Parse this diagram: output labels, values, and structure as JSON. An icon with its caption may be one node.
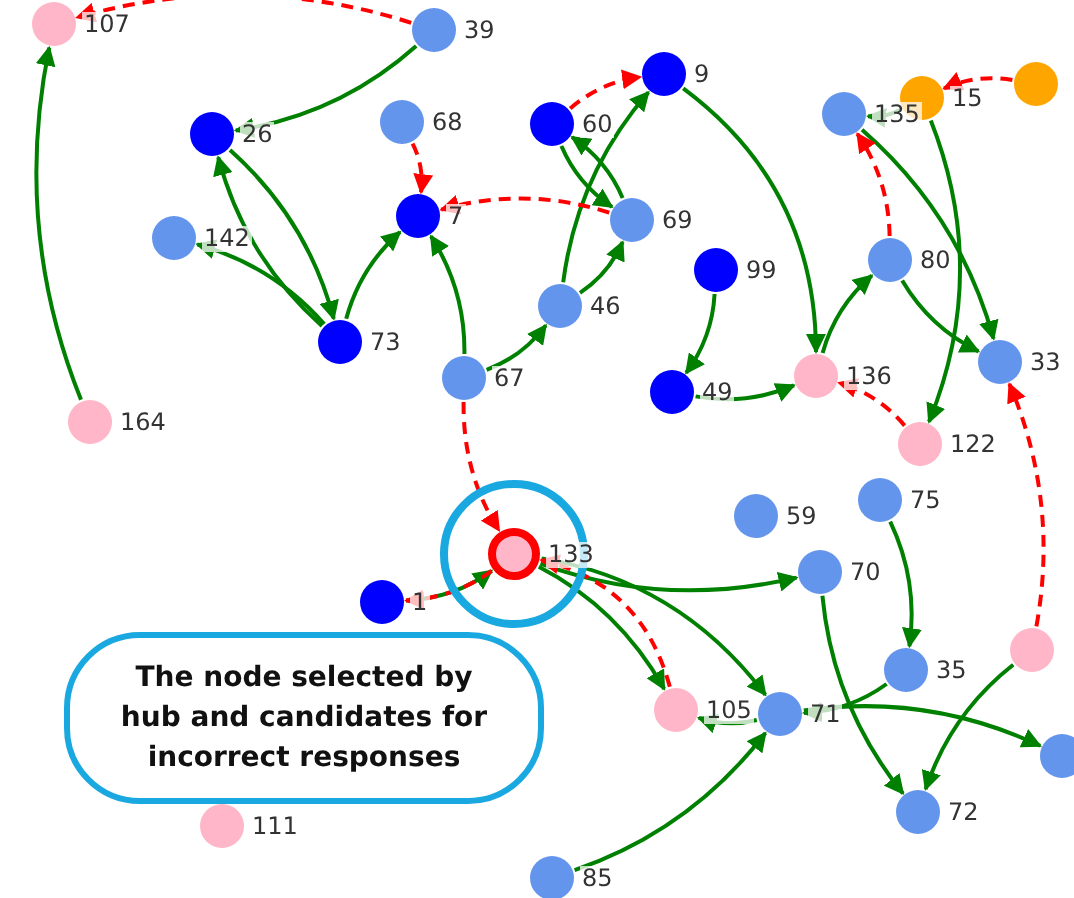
{
  "diagram": {
    "nodes": [
      {
        "text": [],
        "shape": "circle",
        "beside": [
          "107"
        ]
      },
      {
        "text": [],
        "shape": "circle",
        "beside": [
          "39"
        ]
      },
      {
        "text": [],
        "shape": "circle",
        "beside": [
          "9"
        ]
      },
      {
        "text": [],
        "shape": "circle",
        "beside": [
          "15"
        ]
      },
      {
        "text": [],
        "shape": "circle"
      },
      {
        "text": [],
        "shape": "circle",
        "beside": [
          "135"
        ]
      },
      {
        "text": [],
        "shape": "circle",
        "beside": [
          "26"
        ]
      },
      {
        "text": [],
        "shape": "circle",
        "beside": [
          "68"
        ]
      },
      {
        "text": [],
        "shape": "circle",
        "beside": [
          "60"
        ]
      },
      {
        "text": [],
        "shape": "circle",
        "beside": [
          "142"
        ]
      },
      {
        "text": [],
        "shape": "circle",
        "beside": [
          "7"
        ]
      },
      {
        "text": [],
        "shape": "circle",
        "beside": [
          "69"
        ]
      },
      {
        "text": [],
        "shape": "circle",
        "beside": [
          "99"
        ]
      },
      {
        "text": [],
        "shape": "circle",
        "beside": [
          "80"
        ]
      },
      {
        "text": [],
        "shape": "circle",
        "beside": [
          "46"
        ]
      },
      {
        "text": [],
        "shape": "circle",
        "beside": [
          "73"
        ]
      },
      {
        "text": [],
        "shape": "circle",
        "beside": [
          "67"
        ]
      },
      {
        "text": [],
        "shape": "circle",
        "beside": [
          "49"
        ]
      },
      {
        "text": [],
        "shape": "circle",
        "beside": [
          "136"
        ]
      },
      {
        "text": [],
        "shape": "circle",
        "beside": [
          "33"
        ]
      },
      {
        "text": [],
        "shape": "circle",
        "beside": [
          "164"
        ]
      },
      {
        "text": [],
        "shape": "circle",
        "beside": [
          "122"
        ]
      },
      {
        "text": [],
        "shape": "circle",
        "beside": [
          "75"
        ]
      },
      {
        "text": [],
        "shape": "circle",
        "beside": [
          "59"
        ]
      },
      {
        "text": [],
        "shape": "circle",
        "beside": [
          "133"
        ]
      },
      {
        "text": [],
        "shape": "circle",
        "beside": [
          "70"
        ]
      },
      {
        "text": [],
        "shape": "circle",
        "beside": [
          "1"
        ]
      },
      {
        "text": [
          "The node selected by hub and candidates for incorrect responses"
        ]
      },
      {
        "text": [],
        "shape": "circle"
      },
      {
        "text": [],
        "shape": "circle",
        "beside": [
          "35"
        ]
      },
      {
        "text": [],
        "shape": "circle",
        "beside": [
          "105"
        ]
      },
      {
        "text": [],
        "shape": "circle",
        "beside": [
          "71"
        ]
      },
      {
        "text": [],
        "shape": "circle"
      },
      {
        "text": [],
        "shape": "circle",
        "beside": [
          "111"
        ]
      },
      {
        "text": [],
        "shape": "circle",
        "beside": [
          "72"
        ]
      },
      {
        "text": [],
        "shape": "circle",
        "beside": [
          "85"
        ]
      }
    ],
    "edges": [
      {
        "from": 20,
        "to": 0,
        "arrow": "to"
      },
      {
        "from": 15,
        "to": 6,
        "arrow": "to"
      },
      {
        "from": 6,
        "to": 15,
        "arrow": "to"
      },
      {
        "from": 15,
        "to": 9,
        "arrow": "to"
      },
      {
        "from": 15,
        "to": 10,
        "arrow": "to"
      },
      {
        "from": 16,
        "to": 10,
        "arrow": "to"
      },
      {
        "from": 1,
        "to": 6,
        "arrow": "to"
      },
      {
        "from": 8,
        "to": 11,
        "arrow": "to"
      },
      {
        "from": 11,
        "to": 8,
        "arrow": "to"
      },
      {
        "from": 14,
        "to": 11,
        "arrow": "to"
      },
      {
        "from": 14,
        "to": 2,
        "arrow": "to"
      },
      {
        "from": 2,
        "to": 18,
        "arrow": "to"
      },
      {
        "from": 12,
        "to": 17,
        "arrow": "to"
      },
      {
        "from": 17,
        "to": 18,
        "arrow": "to"
      },
      {
        "from": 18,
        "to": 13,
        "arrow": "to"
      },
      {
        "from": 13,
        "to": 19,
        "arrow": "to"
      },
      {
        "from": 5,
        "to": 19,
        "arrow": "to"
      },
      {
        "from": 3,
        "to": 21,
        "arrow": "to"
      },
      {
        "from": 3,
        "to": 5,
        "arrow": "to"
      },
      {
        "from": 16,
        "to": 14,
        "arrow": "to"
      },
      {
        "from": 26,
        "to": 24,
        "arrow": "to"
      },
      {
        "from": 24,
        "to": 31,
        "arrow": "to"
      },
      {
        "from": 24,
        "to": 30,
        "arrow": "to"
      },
      {
        "from": 24,
        "to": 25,
        "arrow": "to"
      },
      {
        "from": 22,
        "to": 29,
        "arrow": "to"
      },
      {
        "from": 25,
        "to": 34,
        "arrow": "to"
      },
      {
        "from": 31,
        "to": 30,
        "arrow": "to"
      },
      {
        "from": 35,
        "to": 31,
        "arrow": "to"
      },
      {
        "from": 29,
        "to": 31,
        "arrow": "to"
      },
      {
        "from": 28,
        "to": 34,
        "arrow": "to"
      },
      {
        "from": 31,
        "to": 32,
        "arrow": "to"
      },
      {
        "from": 1,
        "to": 0,
        "arrow": "to",
        "style": "dashed",
        "color": "#ff0000"
      },
      {
        "from": 7,
        "to": 10,
        "arrow": "to",
        "style": "dashed",
        "color": "#ff0000"
      },
      {
        "from": 11,
        "to": 10,
        "arrow": "to",
        "style": "dashed",
        "color": "#ff0000"
      },
      {
        "from": 24,
        "to": 26,
        "arrow": "to",
        "style": "dashed",
        "color": "#ff0000"
      },
      {
        "from": 21,
        "to": 18,
        "arrow": "to",
        "style": "dashed",
        "color": "#ff0000"
      },
      {
        "from": 28,
        "to": 19,
        "arrow": "to",
        "style": "dashed",
        "color": "#ff0000"
      },
      {
        "from": 4,
        "to": 3,
        "arrow": "to",
        "style": "dashed",
        "color": "#ff0000"
      },
      {
        "from": 8,
        "to": 2,
        "arrow": "to",
        "style": "dashed",
        "color": "#ff0000"
      },
      {
        "from": 13,
        "to": 5,
        "arrow": "to",
        "style": "dashed",
        "color": "#ff0000"
      },
      {
        "from": 30,
        "to": 24,
        "arrow": "to",
        "style": "dashed",
        "color": "#ff0000"
      },
      {
        "from": 16,
        "to": 24,
        "arrow": "to",
        "style": "dashed",
        "color": "#ff0000"
      }
    ]
  }
}
